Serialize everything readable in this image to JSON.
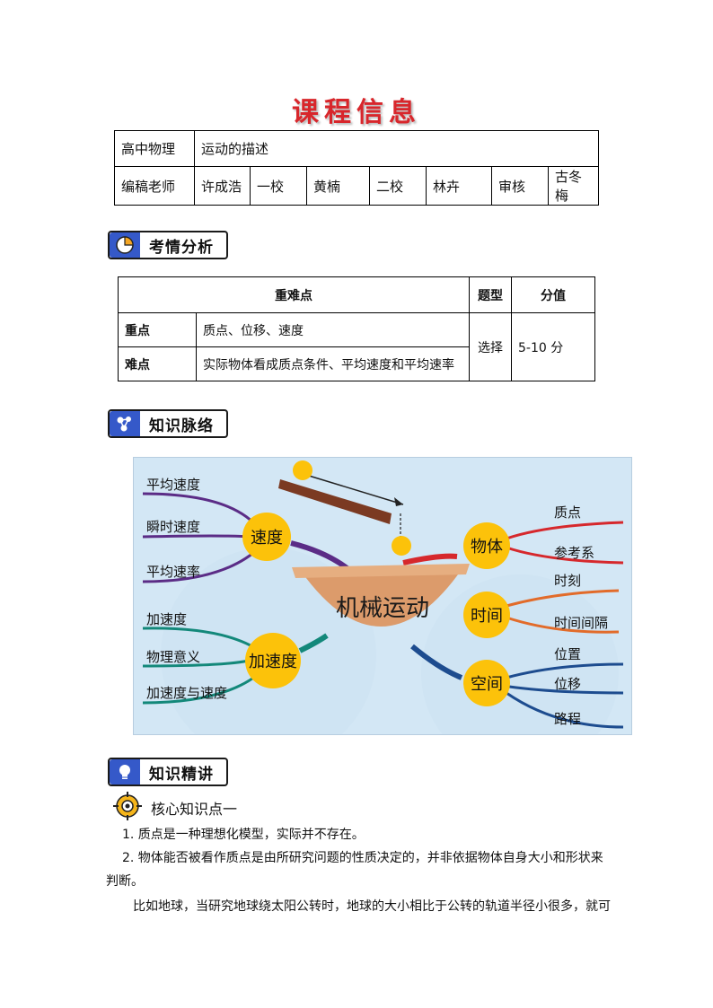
{
  "header": {
    "title": "课程信息"
  },
  "course_info": {
    "subject": "高中物理",
    "topic": "运动的描述",
    "row2": [
      "编稿老师",
      "许成浩",
      "一校",
      "黄楠",
      "二校",
      "林卉",
      "审核",
      "古冬梅"
    ]
  },
  "sections": {
    "analysis": "考情分析",
    "knowledge_map": "知识脉络",
    "knowledge_explain": "知识精讲"
  },
  "analysis_table": {
    "headers": [
      "重难点",
      "题型",
      "分值"
    ],
    "rows": [
      {
        "label": "重点",
        "content": "质点、位移、速度"
      },
      {
        "label": "难点",
        "content": "实际物体看成质点条件、平均速度和平均速率"
      }
    ],
    "type": "选择",
    "score": "5-10 分"
  },
  "mindmap": {
    "center": "机械运动",
    "nodes": {
      "speed": {
        "label": "速度",
        "children": [
          "平均速度",
          "瞬时速度",
          "平均速率"
        ]
      },
      "accel": {
        "label": "加速度",
        "children": [
          "加速度",
          "物理意义",
          "加速度与速度"
        ]
      },
      "object": {
        "label": "物体",
        "children": [
          "质点",
          "参考系"
        ]
      },
      "time": {
        "label": "时间",
        "children": [
          "时刻",
          "时间间隔"
        ]
      },
      "space": {
        "label": "空间",
        "children": [
          "位置",
          "位移",
          "路程"
        ]
      }
    },
    "colors": {
      "background": "#d3e7f5",
      "node": "#fcc20a",
      "bowl": "#dc9b6b"
    }
  },
  "core_point": {
    "label": "核心知识点一"
  },
  "content": {
    "p1": "1.  质点是一种理想化模型，实际并不存在。",
    "p2a": "2.  物体能否被看作质点是由所研究问题的性质决定的，并非依据物体自身大小和形状来",
    "p2b": "判断。",
    "p3": "比如地球，当研究地球绕太阳公转时，地球的大小相比于公转的轨道半径小很多，就可"
  }
}
